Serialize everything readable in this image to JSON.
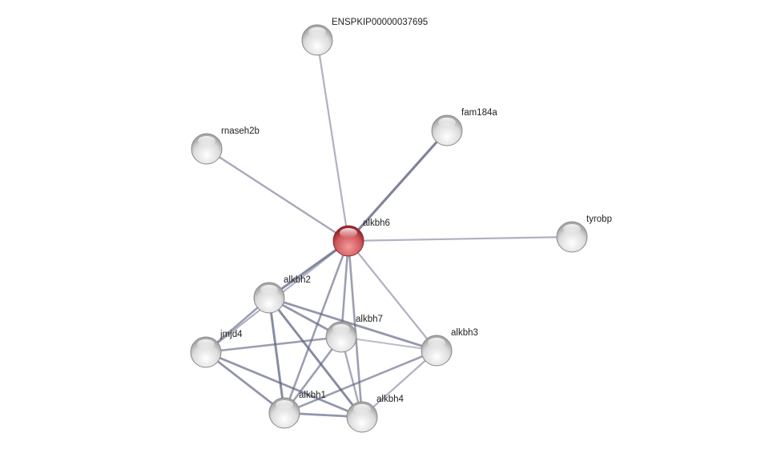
{
  "network": {
    "nodes": [
      {
        "id": "ENSPKIP00000037695",
        "label": "ENSPKIP00000037695",
        "query": false
      },
      {
        "id": "fam184a",
        "label": "fam184a",
        "query": false
      },
      {
        "id": "rnaseh2b",
        "label": "rnaseh2b",
        "query": false
      },
      {
        "id": "alkbh6",
        "label": "alkbh6",
        "query": true
      },
      {
        "id": "tyrobp",
        "label": "tyrobp",
        "query": false
      },
      {
        "id": "alkbh2",
        "label": "alkbh2",
        "query": false
      },
      {
        "id": "jmjd4",
        "label": "jmjd4",
        "query": false
      },
      {
        "id": "alkbh7",
        "label": "alkbh7",
        "query": false
      },
      {
        "id": "alkbh3",
        "label": "alkbh3",
        "query": false
      },
      {
        "id": "alkbh1",
        "label": "alkbh1",
        "query": false
      },
      {
        "id": "alkbh4",
        "label": "alkbh4",
        "query": false
      }
    ],
    "edges": [
      [
        "alkbh6",
        "ENSPKIP00000037695",
        0.4
      ],
      [
        "alkbh6",
        "fam184a",
        0.9
      ],
      [
        "alkbh6",
        "rnaseh2b",
        0.5
      ],
      [
        "alkbh6",
        "tyrobp",
        0.4
      ],
      [
        "alkbh6",
        "alkbh2",
        0.8
      ],
      [
        "alkbh6",
        "jmjd4",
        0.4
      ],
      [
        "alkbh6",
        "alkbh7",
        0.6
      ],
      [
        "alkbh6",
        "alkbh3",
        0.4
      ],
      [
        "alkbh6",
        "alkbh1",
        0.6
      ],
      [
        "alkbh6",
        "alkbh4",
        0.6
      ],
      [
        "alkbh2",
        "jmjd4",
        0.6
      ],
      [
        "alkbh2",
        "alkbh7",
        0.7
      ],
      [
        "alkbh2",
        "alkbh3",
        0.7
      ],
      [
        "alkbh2",
        "alkbh1",
        0.8
      ],
      [
        "alkbh2",
        "alkbh4",
        0.8
      ],
      [
        "jmjd4",
        "alkbh7",
        0.6
      ],
      [
        "jmjd4",
        "alkbh1",
        0.7
      ],
      [
        "jmjd4",
        "alkbh4",
        0.7
      ],
      [
        "alkbh7",
        "alkbh3",
        0.3
      ],
      [
        "alkbh7",
        "alkbh1",
        0.6
      ],
      [
        "alkbh7",
        "alkbh4",
        0.5
      ],
      [
        "alkbh3",
        "alkbh1",
        0.6
      ],
      [
        "alkbh3",
        "alkbh4",
        0.4
      ],
      [
        "alkbh1",
        "alkbh4",
        0.7
      ]
    ],
    "colors": {
      "node": "#d8d8d8",
      "query_node": "#d05a5e",
      "edge": "#5c6280"
    }
  }
}
